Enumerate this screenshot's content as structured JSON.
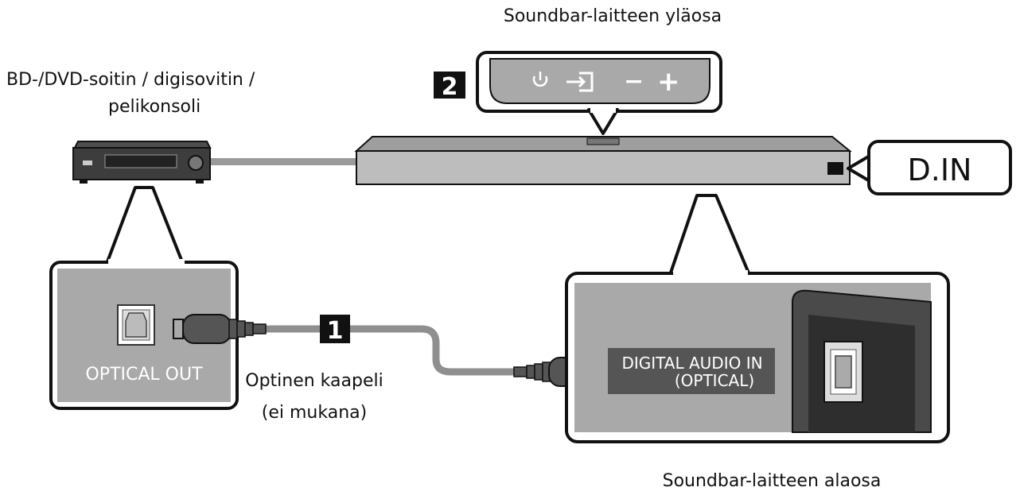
{
  "labels": {
    "source_device_line1": "BD-/DVD-soitin / digisovitin /",
    "source_device_line2": "pelikonsoli",
    "soundbar_top": "Soundbar-laitteen yläosa",
    "soundbar_bottom": "Soundbar-laitteen alaosa",
    "d_in": "D.IN",
    "optical_out": "OPTICAL OUT",
    "cable_line1": "Optinen kaapeli",
    "cable_line2": "(ei mukana)",
    "digital_in_line1": "DIGITAL AUDIO IN",
    "digital_in_line2": "(OPTICAL)",
    "step1": "1",
    "step2": "2",
    "btn_minus": "−",
    "btn_plus": "+"
  },
  "colors": {
    "panel_bg": "#a9a9a9",
    "cable": "#8f8f8f",
    "outline": "#111111",
    "soundbar": "#bdbdbd"
  },
  "icons": {
    "power": "power-icon",
    "source": "source-input-icon"
  }
}
